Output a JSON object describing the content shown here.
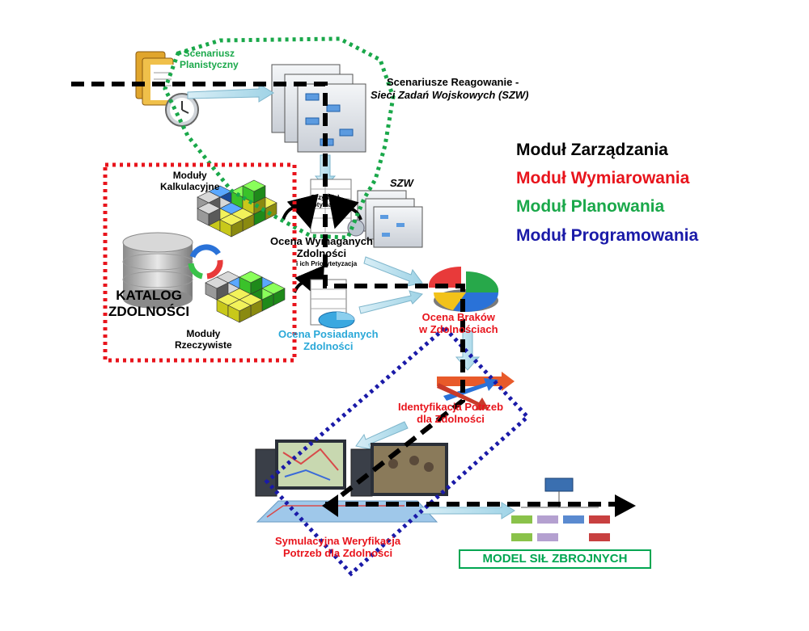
{
  "labels": {
    "scenariusz_planistyczny": "Scenariusz\nPlanistyczny",
    "scenariusze_reagowanie_line1": "Scenariusze Reagowanie -",
    "scenariusze_reagowanie_line2": "Sieci Zadań Wojskowych (SZW)",
    "szw": "SZW",
    "moduly_kalkulacyjne": "Moduły\nKalkulacyjne",
    "katalog_zdolnosci": "KATALOG\nZDOLNOŚCI",
    "moduly_rzeczywiste": "Moduły\nRzeczywiste",
    "przydzial_optymalny": "Przydział\noptymalny",
    "ocena_wymaganych": "Ocena Wymaganych\nZdolności",
    "ich_priorytetyzacja": "i ich Priorytetyzacja",
    "ocena_posiadanych": "Ocena Posiadanych\nZdolności",
    "ocena_brakow": "Ocena Braków\nw Zdolnościach",
    "identyfikacja_potrzeb": "Identyfikacja Potrzeb\ndla Zdolności",
    "symulacyjna_weryfikacja": "Symulacyjna Weryfikacja\nPotrzeb dla Zdolności",
    "model_sil": "MODEL SIŁ ZBROJNYCH"
  },
  "legend": [
    {
      "label": "Moduł Zarządzania",
      "color": "#000000"
    },
    {
      "label": "Moduł Wymiarowania",
      "color": "#e8141c"
    },
    {
      "label": "Moduł Planowania",
      "color": "#1aa84a"
    },
    {
      "label": "Moduł Programowania",
      "color": "#1a1aa8"
    }
  ],
  "colors": {
    "management": "#000000",
    "sizing": "#e8141c",
    "planning": "#1aa84a",
    "programming": "#1a1aa8",
    "label_green": "#1aa84a",
    "label_red": "#e8141c",
    "label_cyan": "#2aa8d8",
    "model_green": "#00a651"
  }
}
